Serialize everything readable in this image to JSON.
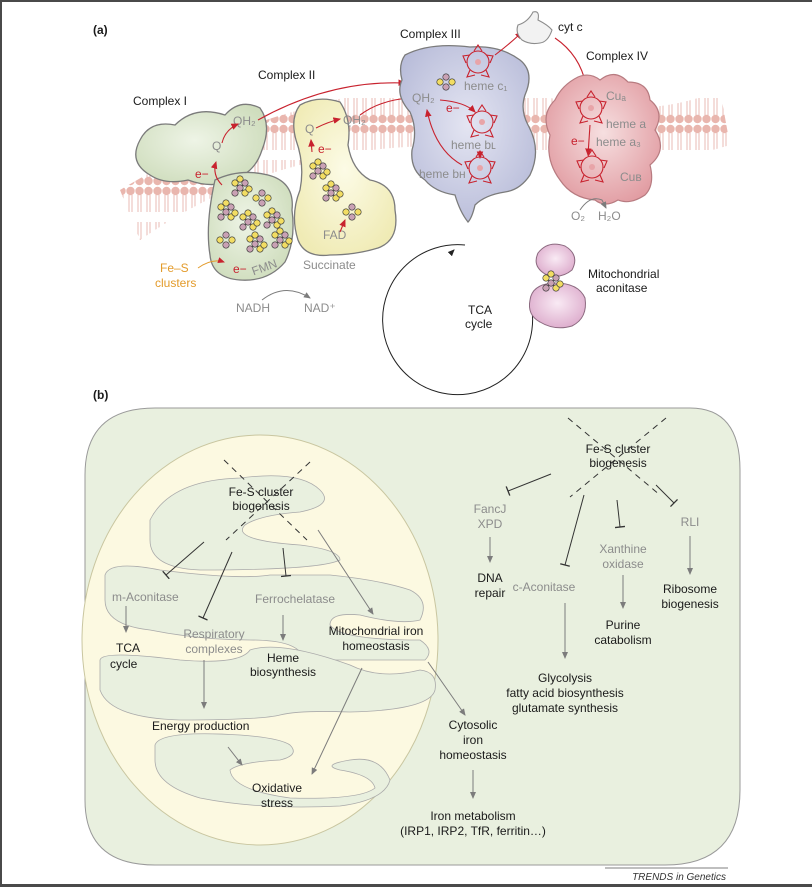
{
  "panel_a": {
    "label": "(a)",
    "complexes": {
      "complex_1": "Complex I",
      "complex_2": "Complex II",
      "complex_3": "Complex III",
      "complex_4": "Complex IV"
    },
    "electron": "e−",
    "q": "Q",
    "qh2": "QH₂",
    "cyt_c": "cyt c",
    "heme_c1": "heme c₁",
    "heme_bl": "heme bʟ",
    "heme_bh": "heme bʜ",
    "cu_a": "Cuₐ",
    "heme_a": "heme a",
    "heme_a3": "heme a₃",
    "cu_b": "Cuʙ",
    "o2": "O₂",
    "h2o": "H₂O",
    "fad": "FAD",
    "succinate": "Succinate",
    "fmn": "FMN",
    "fes_line1": "Fe–S",
    "fes_line2": "clusters",
    "nadh": "NADH",
    "nad": "NAD⁺",
    "tca_line1": "TCA",
    "tca_line2": "cycle",
    "aconitase_line1": "Mitochondrial",
    "aconitase_line2": "aconitase"
  },
  "panel_b": {
    "label": "(b)",
    "mito": {
      "fes_line1": "Fe-S cluster",
      "fes_line2": "biogenesis",
      "m_aconitase": "m-Aconitase",
      "tca_line1": "TCA",
      "tca_line2": "cycle",
      "resp_line1": "Respiratory",
      "resp_line2": "complexes",
      "ferrochelatase": "Ferrochelatase",
      "heme_line1": "Heme",
      "heme_line2": "biosynthesis",
      "mito_iron_line1": "Mitochondrial iron",
      "mito_iron_line2": "homeostasis",
      "energy": "Energy production",
      "ox_line1": "Oxidative",
      "ox_line2": "stress"
    },
    "cyto": {
      "fes_line1": "Fe-S cluster",
      "fes_line2": "biogenesis",
      "fancj": "FancJ",
      "xpd": "XPD",
      "dna_line1": "DNA",
      "dna_line2": "repair",
      "c_aconitase": "c-Aconitase",
      "glyco_line1": "Glycolysis",
      "glyco_line2": "fatty acid biosynthesis",
      "glyco_line3": "glutamate synthesis",
      "xanthine_line1": "Xanthine",
      "xanthine_line2": "oxidase",
      "purine_line1": "Purine",
      "purine_line2": "catabolism",
      "rli": "RLI",
      "ribo_line1": "Ribosome",
      "ribo_line2": "biogenesis",
      "cyto_iron_line1": "Cytosolic",
      "cyto_iron_line2": "iron",
      "cyto_iron_line3": "homeostasis",
      "iron_met_line1": "Iron metabolism",
      "iron_met_line2": "(IRP1, IRP2, TfR, ferritin…)"
    }
  },
  "credit": "TRENDS in Genetics",
  "colors": {
    "electron_red": "#c8222e",
    "complex1_green": "#d9e6cc",
    "complex2_yellow": "#f7f3c8",
    "complex3_blue": "#c3c6e0",
    "complex4_pink": "#e6a9ae",
    "aconitase_pink": "#e8c3dc",
    "lipid_head": "#e8b2aa",
    "cell_bg": "#e9f0df",
    "mito_fill": "#fcf9e1",
    "fe_yellow": "#f2dd63",
    "s_purple": "#c9a1b4"
  }
}
